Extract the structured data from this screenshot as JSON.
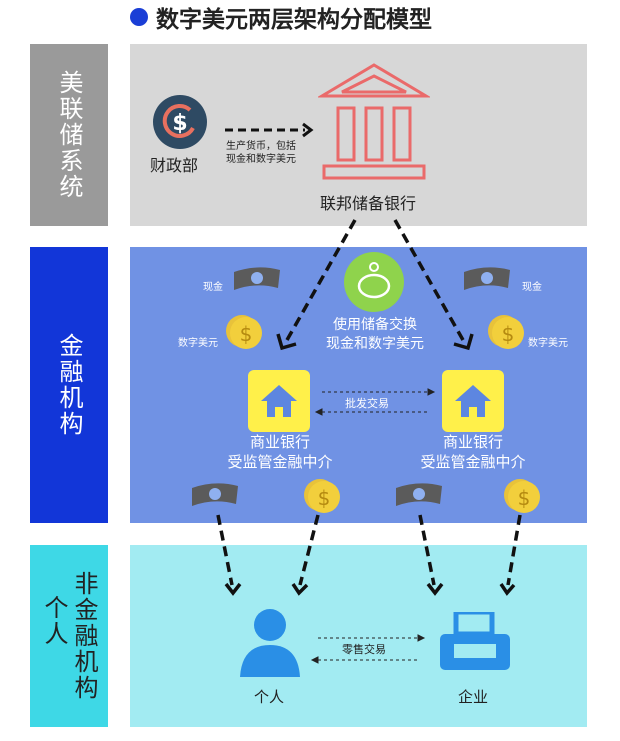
{
  "title": "数字美元两层架构分配模型",
  "tiers": [
    {
      "label": "美联储系统",
      "color": "#9a9a9a",
      "panel_color": "#d7d7d7"
    },
    {
      "label": "金融机构",
      "color": "#1236d8",
      "panel_color": "#7092e4"
    },
    {
      "label": "非金融机构",
      "label2": "个人",
      "color": "#3ed8e6",
      "panel_color": "#a2ebf2"
    }
  ],
  "fed": {
    "treasury": "财政部",
    "issue_line1": "生产货币，包括",
    "issue_line2": "现金和数字美元",
    "bank": "联邦储备银行"
  },
  "financial": {
    "exchange_line1": "使用储备交换",
    "exchange_line2": "现金和数字美元",
    "cash": "现金",
    "digital": "数字美元",
    "wholesale": "批发交易",
    "bank_line1": "商业银行",
    "bank_line2": "受监管金融中介"
  },
  "nonfinancial": {
    "person": "个人",
    "business": "企业",
    "retail": "零售交易"
  }
}
